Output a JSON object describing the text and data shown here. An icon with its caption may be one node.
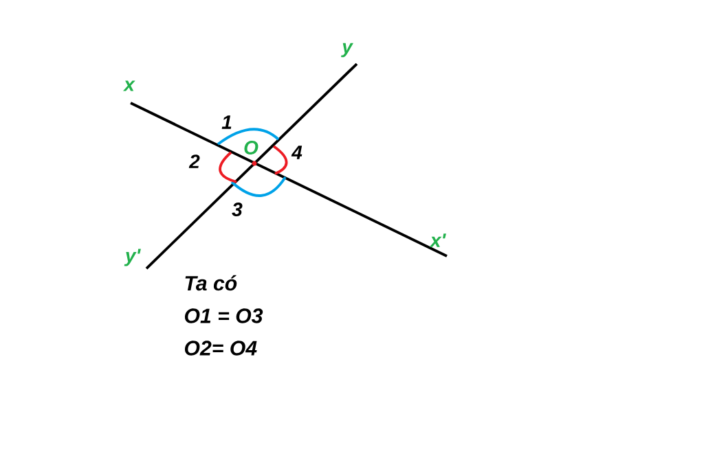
{
  "diagram": {
    "labels": [
      "y",
      "x",
      "1",
      "O",
      "2",
      "4",
      "3",
      "x'",
      "y'",
      "Ta có",
      "O1 = O3",
      "O2= O4"
    ]
  }
}
